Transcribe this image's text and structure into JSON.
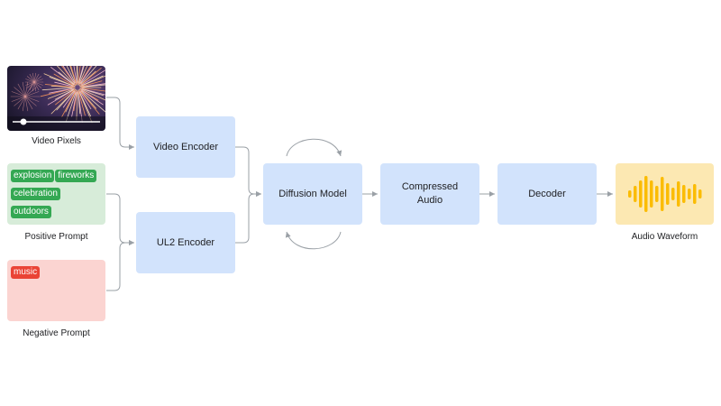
{
  "inputs": {
    "video": {
      "caption": "Video Pixels"
    },
    "positive": {
      "caption": "Positive Prompt",
      "chips": [
        "explosion",
        "fireworks",
        "celebration",
        "outdoors"
      ],
      "chip_color": "#34a853",
      "box_color": "#d7ecd9"
    },
    "negative": {
      "caption": "Negative Prompt",
      "chips": [
        "music"
      ],
      "chip_color": "#ea4335",
      "box_color": "#fbd4d1"
    }
  },
  "nodes": {
    "video_encoder": "Video Encoder",
    "ul2_encoder": "UL2 Encoder",
    "diffusion_model": "Diffusion Model",
    "compressed_audio": "Compressed\nAudio",
    "decoder": "Decoder"
  },
  "output": {
    "caption": "Audio Waveform",
    "box_color": "#fce8b2",
    "bar_color": "#fbbc04"
  },
  "colors": {
    "node_fill": "#d2e3fc",
    "edge": "#9aa0a6"
  },
  "icons": [
    "fireworks-thumbnail",
    "video-scrubber",
    "waveform-icon",
    "loop-arrow-icon"
  ]
}
